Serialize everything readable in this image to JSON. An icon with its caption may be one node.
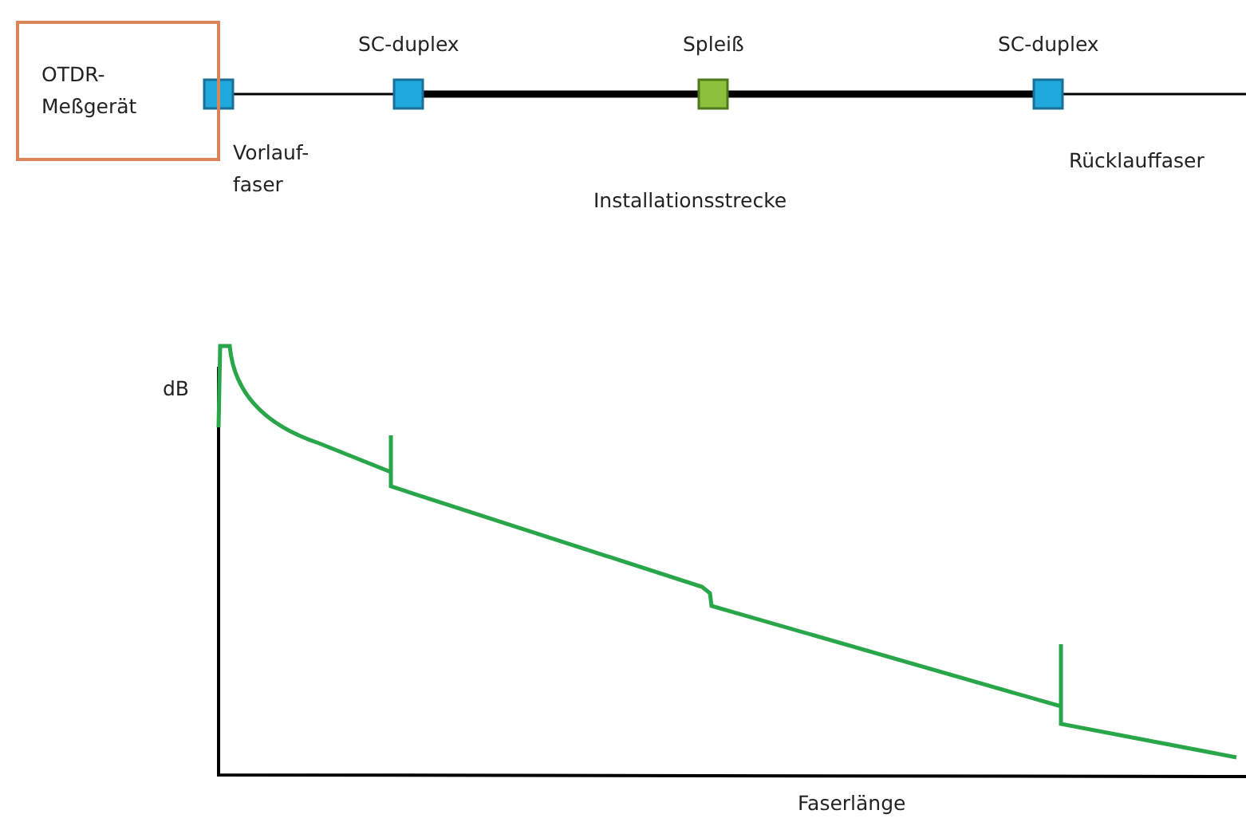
{
  "diagram": {
    "nodes": [
      {
        "text": [
          "OTDR-Meßgerät"
        ]
      },
      {
        "text": [],
        "shape": "box"
      },
      {
        "text": [
          "SC-duplex"
        ]
      },
      {
        "text": [
          "Spleiß"
        ]
      },
      {
        "text": [
          "SC-duplex"
        ]
      }
    ],
    "edges": [
      {
        "from": 1,
        "to": 2,
        "arrow": "none"
      },
      {
        "from": 2,
        "to": 3,
        "arrow": "none",
        "style": "thick"
      },
      {
        "from": 3,
        "to": 4,
        "arrow": "none",
        "style": "thick"
      },
      {
        "from": 4,
        "to": null,
        "arrow": "none"
      }
    ],
    "labels": [
      "Vorlauf- faser",
      "Installationsstrecke",
      "Rücklauffaser",
      "dB",
      "Faserlänge"
    ]
  }
}
